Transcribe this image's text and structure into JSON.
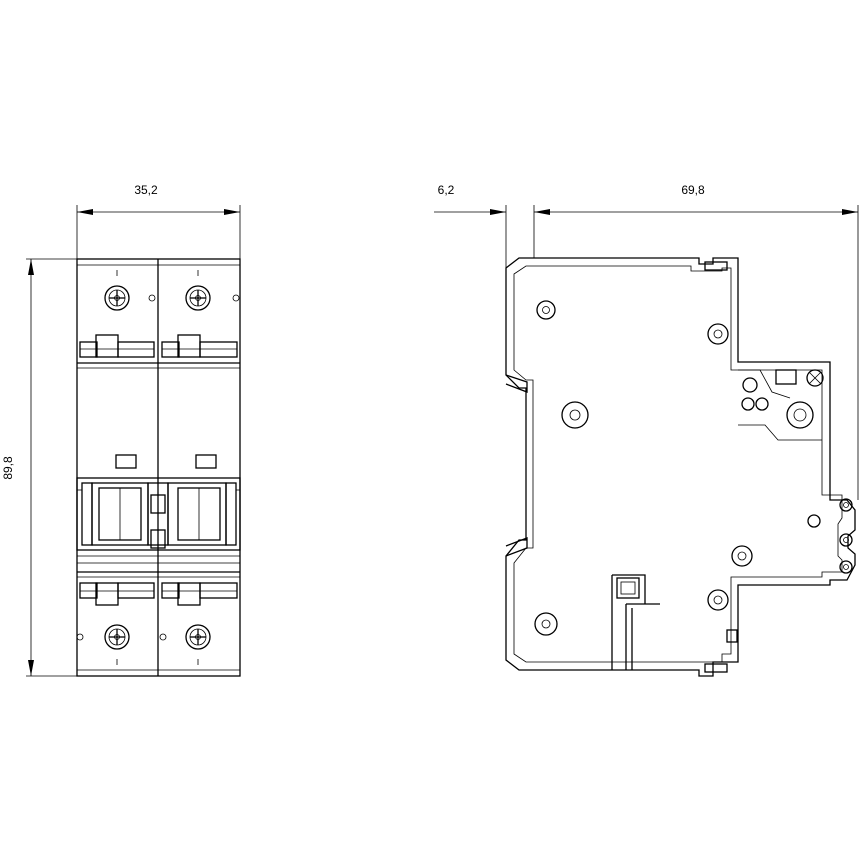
{
  "dimensions": {
    "front_width": "35,2",
    "height": "89,8",
    "side_offset": "6,2",
    "side_depth": "69,8"
  }
}
